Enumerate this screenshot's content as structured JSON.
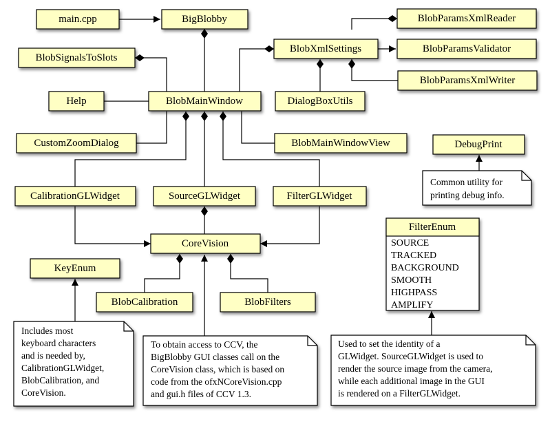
{
  "boxes": {
    "main_cpp": "main.cpp",
    "bigblobby": "BigBlobby",
    "blob_params_xml_reader": "BlobParamsXmlReader",
    "blob_signals_to_slots": "BlobSignalsToSlots",
    "blob_xml_settings": "BlobXmlSettings",
    "blob_params_validator": "BlobParamsValidator",
    "blob_params_xml_writer": "BlobParamsXmlWriter",
    "help": "Help",
    "blob_main_window": "BlobMainWindow",
    "dialog_box_utils": "DialogBoxUtils",
    "custom_zoom_dialog": "CustomZoomDialog",
    "blob_main_window_view": "BlobMainWindowView",
    "debug_print": "DebugPrint",
    "calibration_gl_widget": "CalibrationGLWidget",
    "source_gl_widget": "SourceGLWidget",
    "filter_gl_widget": "FilterGLWidget",
    "core_vision": "CoreVision",
    "key_enum": "KeyEnum",
    "blob_calibration": "BlobCalibration",
    "blob_filters": "BlobFilters"
  },
  "filter_enum": {
    "title": "FilterEnum",
    "values": [
      "SOURCE",
      "TRACKED",
      "BACKGROUND",
      "SMOOTH",
      "HIGHPASS",
      "AMPLIFY"
    ]
  },
  "notes": {
    "debug": [
      "Common utility for",
      "printing debug info."
    ],
    "keyenum": [
      "Includes most",
      "keyboard characters",
      "and is needed by,",
      "CalibrationGLWidget,",
      "BlobCalibration, and",
      "CoreVision."
    ],
    "corevision": [
      "To obtain access to CCV, the",
      "BigBlobby GUI classes call on the",
      "CoreVision class, which is based on",
      "code from the ofxNCoreVision.cpp",
      "and gui.h files of CCV 1.3."
    ],
    "filterenum": [
      "Used to set the identity of a",
      "GLWidget. SourceGLWidget is used to",
      "render the source image from the camera,",
      "while each additional image in the GUI",
      "is rendered on a FilterGLWidget."
    ]
  },
  "colors": {
    "box_fill": "#ffffc4",
    "stroke": "#000000",
    "note_fill": "#ffffff"
  }
}
